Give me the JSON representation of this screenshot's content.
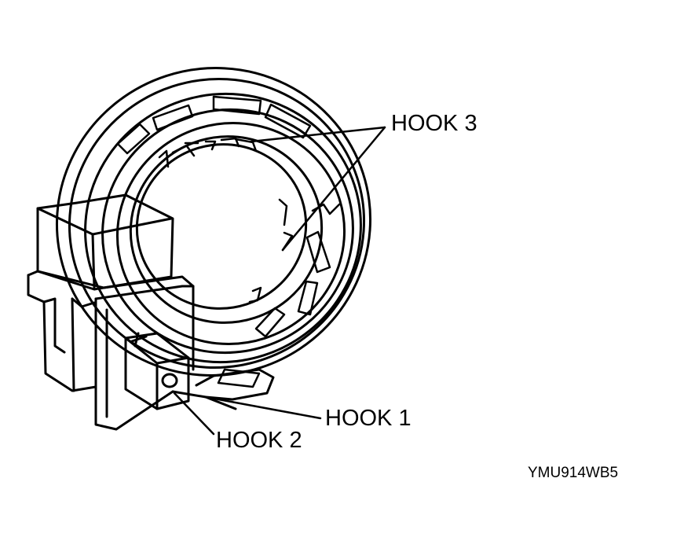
{
  "labels": {
    "hook3": "HOOK 3",
    "hook1": "HOOK 1",
    "hook2": "HOOK 2",
    "figure_code": "YMU914WB5"
  },
  "colors": {
    "line": "#000000",
    "background": "#ffffff"
  }
}
